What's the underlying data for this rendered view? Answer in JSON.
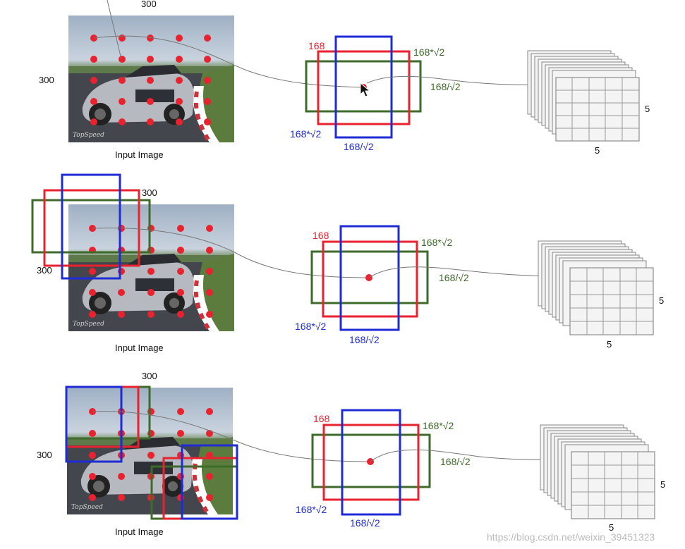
{
  "colors": {
    "red": "#e8222e",
    "blue": "#1f2bd6",
    "green": "#3e6b2a",
    "dot": "#e8222e",
    "line": "#777777"
  },
  "icons": [
    "mouse-cursor-icon"
  ],
  "rows": [
    {
      "image_caption": "Input Image",
      "image_width_label": "300",
      "image_height_label": "300",
      "box_labels": {
        "red": "168",
        "green_top": "168*√2",
        "green_right": "168/√2",
        "blue_left": "168*√2",
        "blue_bottom": "168/√2"
      },
      "grid_width_label": "5",
      "grid_height_label": "5"
    },
    {
      "image_caption": "Input Image",
      "image_width_label": "300",
      "image_height_label": "300",
      "box_labels": {
        "red": "168",
        "green_top": "168*√2",
        "green_right": "168/√2",
        "blue_left": "168*√2",
        "blue_bottom": "168/√2"
      },
      "grid_width_label": "5",
      "grid_height_label": "5"
    },
    {
      "image_caption": "Input Image",
      "image_width_label": "300",
      "image_height_label": "300",
      "box_labels": {
        "red": "168",
        "green_top": "168*√2",
        "green_right": "168/√2",
        "blue_left": "168*√2",
        "blue_bottom": "168/√2"
      },
      "grid_width_label": "5",
      "grid_height_label": "5"
    }
  ],
  "watermark": "https://blog.csdn.net/weixin_39451323"
}
